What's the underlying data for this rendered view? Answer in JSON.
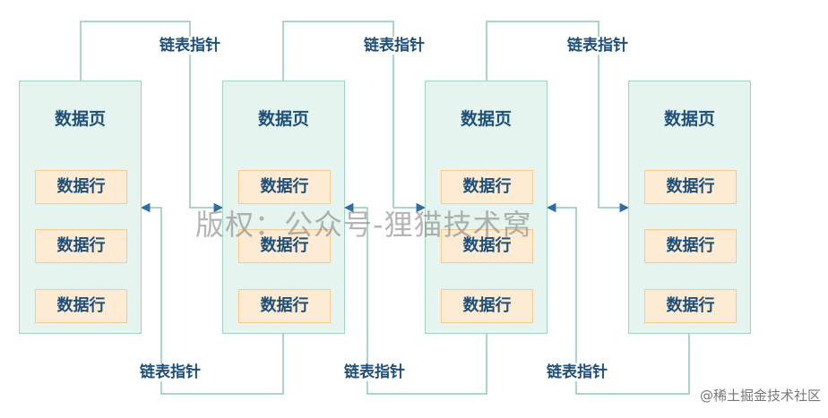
{
  "diagram": {
    "page_label": "数据页",
    "row_label": "数据行",
    "pointer_label": "链表指针",
    "pages": [
      {
        "id": "page-1",
        "title": "数据页",
        "rows": [
          "数据行",
          "数据行",
          "数据行"
        ]
      },
      {
        "id": "page-2",
        "title": "数据页",
        "rows": [
          "数据行",
          "数据行",
          "数据行"
        ]
      },
      {
        "id": "page-3",
        "title": "数据页",
        "rows": [
          "数据行",
          "数据行",
          "数据行"
        ]
      },
      {
        "id": "page-4",
        "title": "数据页",
        "rows": [
          "数据行",
          "数据行",
          "数据行"
        ]
      }
    ],
    "forward_pointers": [
      {
        "from": "page-1",
        "to": "page-2",
        "label": "链表指针"
      },
      {
        "from": "page-2",
        "to": "page-3",
        "label": "链表指针"
      },
      {
        "from": "page-3",
        "to": "page-4",
        "label": "链表指针"
      }
    ],
    "backward_pointers": [
      {
        "from": "page-2",
        "to": "page-1",
        "label": "链表指针"
      },
      {
        "from": "page-3",
        "to": "page-2",
        "label": "链表指针"
      },
      {
        "from": "page-4",
        "to": "page-3",
        "label": "链表指针"
      }
    ]
  },
  "watermark": "版权：公众号-狸猫技术窝",
  "credit": "@稀土掘金技术社区",
  "colors": {
    "page_fill": "#e6f4ef",
    "page_border": "#9fd3c4",
    "row_fill": "#fdebd3",
    "row_border": "#f6c98f",
    "text": "#1d4f7a",
    "arrow": "#2f6ea5",
    "wire": "#8fc9bb"
  }
}
